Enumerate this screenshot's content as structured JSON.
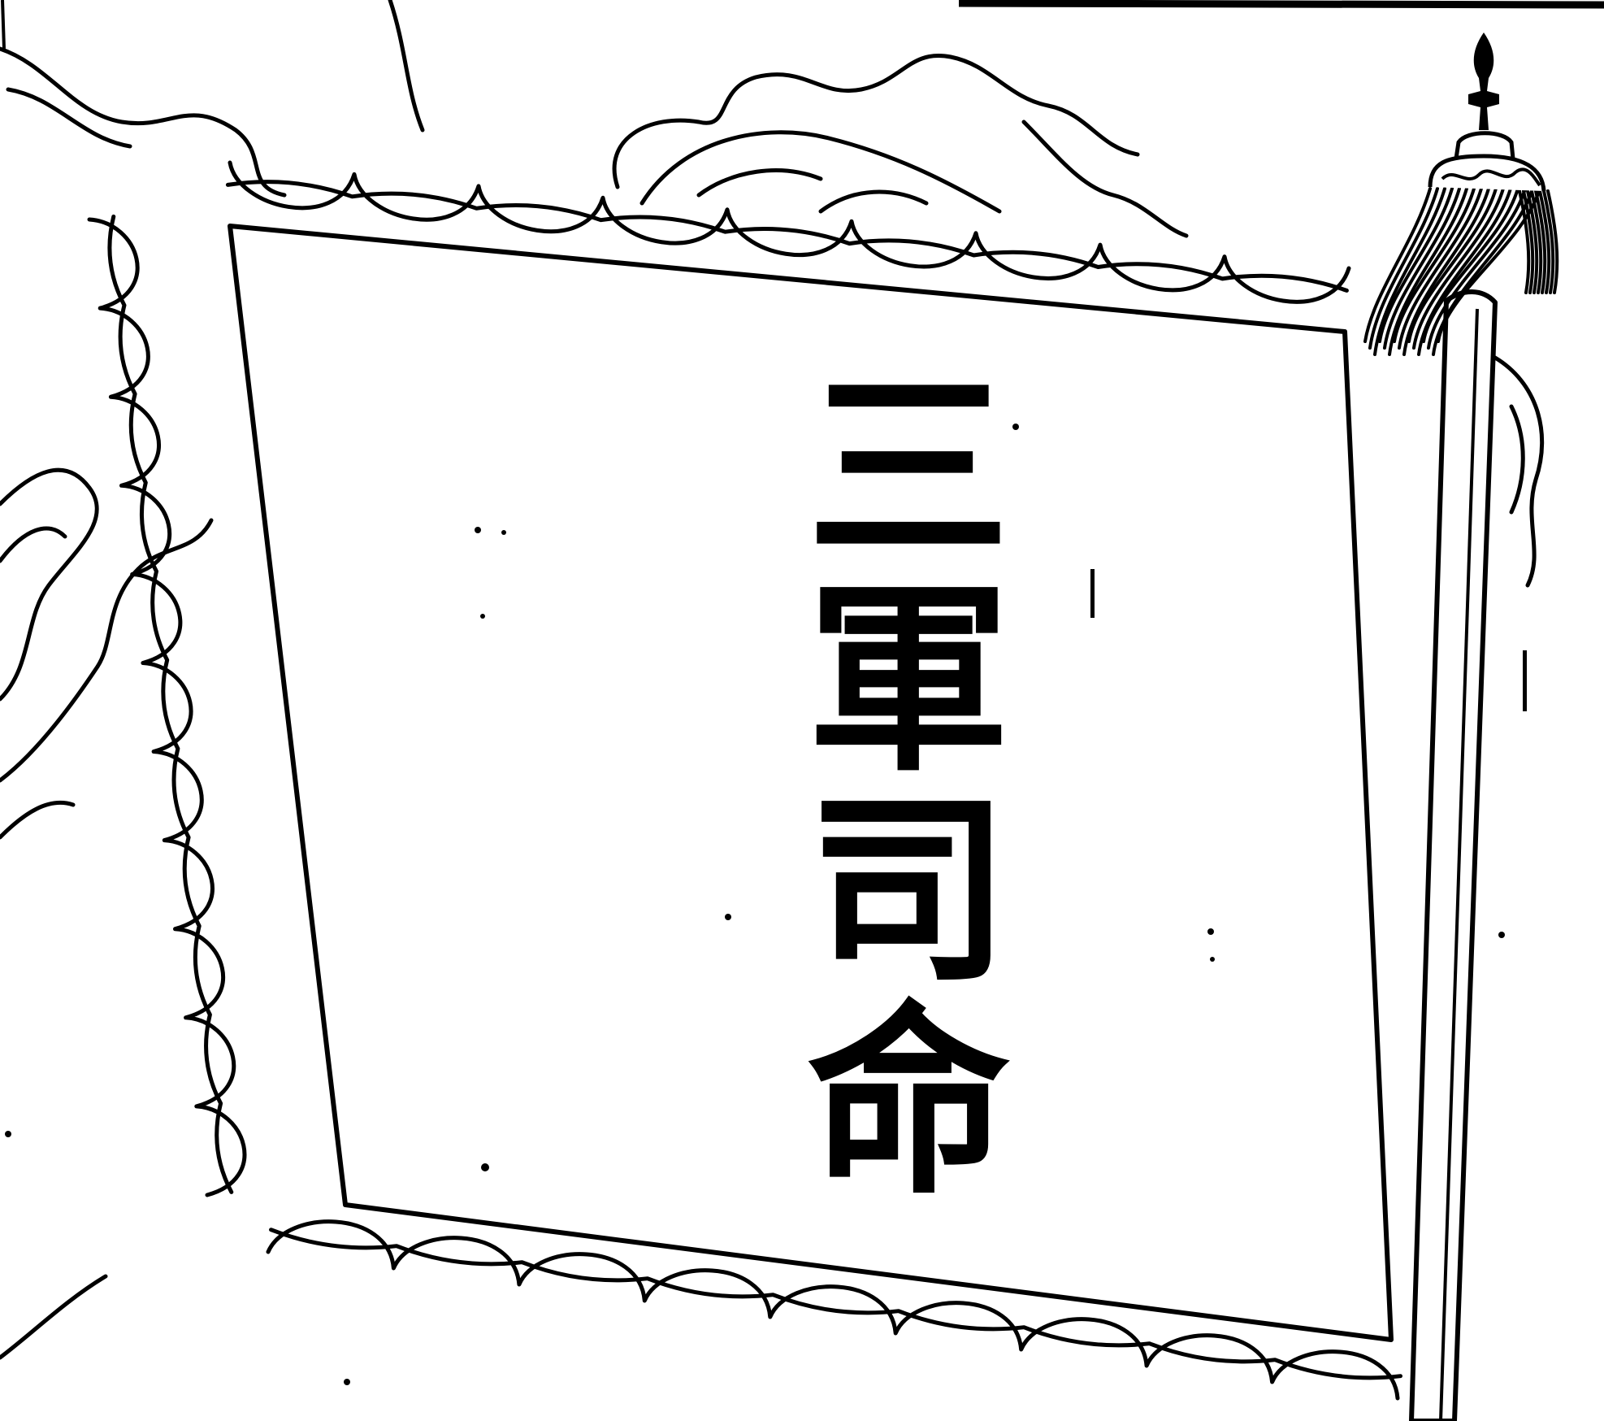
{
  "banner": {
    "characters": [
      "三",
      "軍",
      "司",
      "命"
    ],
    "ink_color": "#000000",
    "cloth_color": "#ffffff"
  },
  "icons": {
    "pole_finial": "spear-tip-finial-icon",
    "tassel": "tassel-icon",
    "flame_border": "flame-border-icon"
  }
}
